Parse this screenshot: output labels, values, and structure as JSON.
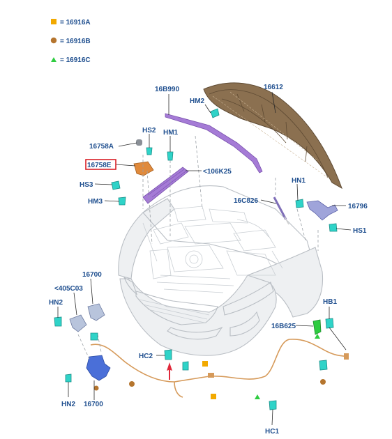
{
  "legend": [
    {
      "text": "= 16916A",
      "shape": "square",
      "color": "#f2a900"
    },
    {
      "text": "= 16916B",
      "shape": "circle",
      "color": "#b5752e"
    },
    {
      "text": "= 16916C",
      "shape": "triangle",
      "color": "#2ecc40"
    }
  ],
  "labels": {
    "l16B990": "16B990",
    "l16612": "16612",
    "lHM2top": "HM2",
    "lHS2": "HS2",
    "lHM1": "HM1",
    "l16758A": "16758A",
    "l16758E": "16758E",
    "l106K25": "<106K25",
    "lHS3": "HS3",
    "lHM3": "HM3",
    "lHN1": "HN1",
    "l16C826": "16C826",
    "l16796": "16796",
    "lHS1": "HS1",
    "l16700top": "16700",
    "l405C03": "<405C03",
    "lHN2top": "HN2",
    "lHB1": "HB1",
    "l16B625": "16B625",
    "lHC2": "HC2",
    "lHN2bot": "HN2",
    "l16700bot": "16700",
    "lHC1": "HC1"
  },
  "colors": {
    "label": "#1f4f8f",
    "highlight": "#d81f26",
    "hood": "#8b7050",
    "strut": "#a57bd6",
    "clip": "#2fd3c8",
    "latch": "#4a6fd8",
    "wire": "#d69a5a"
  }
}
